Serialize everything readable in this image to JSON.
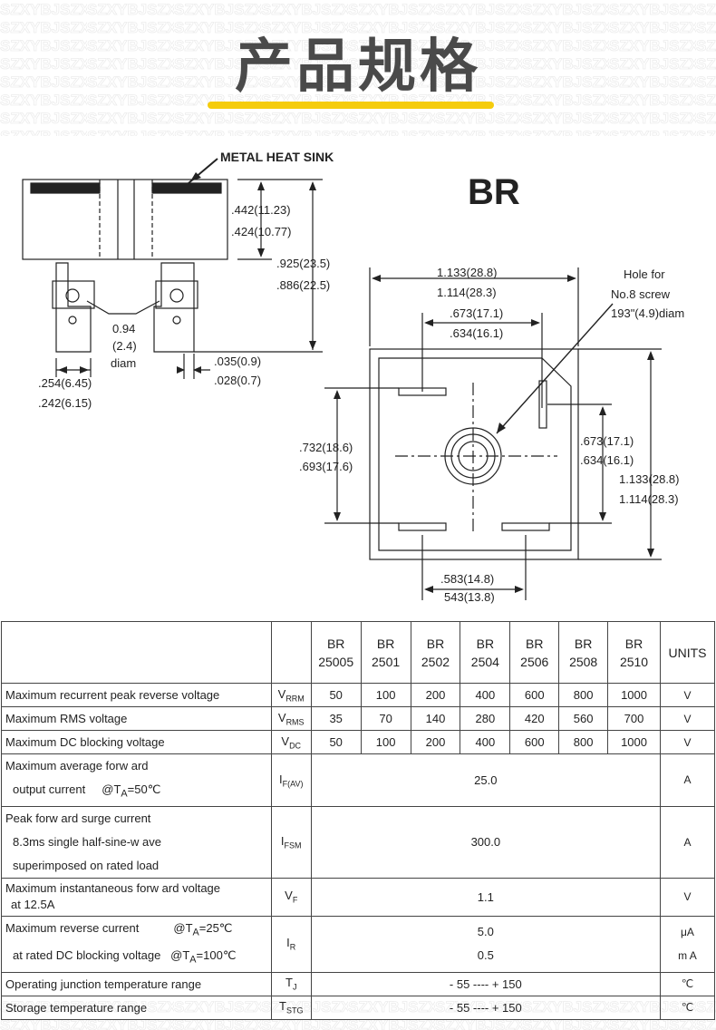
{
  "title": "产品规格",
  "watermark": "SZXYBJ",
  "colors": {
    "accent": "#f5cc0c",
    "title": "#4a4a4a",
    "line": "#222222"
  },
  "drawing": {
    "series_label": "BR",
    "side_view": {
      "heat_sink_label": "METAL HEAT SINK",
      "height_max": ".442(11.23)",
      "height_min": ".424(10.77)",
      "total_max": ".925(23.5)",
      "total_min": ".886(22.5)",
      "hole_value": "0.94",
      "hole_mm": "(2.4)",
      "hole_word": "diam",
      "lead_thk_max": ".035(0.9)",
      "lead_thk_min": ".028(0.7)",
      "lead_w_max": ".254(6.45)",
      "lead_w_min": ".242(6.15)"
    },
    "top_view": {
      "width_max": "1.133(28.8)",
      "width_min": "1.114(28.3)",
      "pin_top_max": ".673(17.1)",
      "pin_top_min": ".634(16.1)",
      "hole_note_1": "Hole for",
      "hole_note_2": "No.8 screw",
      "hole_note_3": "193\"(4.9)diam",
      "left_max": ".732(18.6)",
      "left_min": ".693(17.6)",
      "right_max": ".673(17.1)",
      "right_min": ".634(16.1)",
      "height_max": "1.133(28.8)",
      "height_min": "1.114(28.3)",
      "bottom_max": ".583(14.8)",
      "bottom_min": "543(13.8)"
    }
  },
  "table": {
    "models": [
      {
        "l1": "BR",
        "l2": "25005"
      },
      {
        "l1": "BR",
        "l2": "2501"
      },
      {
        "l1": "BR",
        "l2": "2502"
      },
      {
        "l1": "BR",
        "l2": "2504"
      },
      {
        "l1": "BR",
        "l2": "2506"
      },
      {
        "l1": "BR",
        "l2": "2508"
      },
      {
        "l1": "BR",
        "l2": "2510"
      }
    ],
    "units_header": "UNITS",
    "rows": {
      "vrrm": {
        "param": "Maximum recurrent peak reverse voltage",
        "sym": "V",
        "sub": "RRM",
        "values": [
          "50",
          "100",
          "200",
          "400",
          "600",
          "800",
          "1000"
        ],
        "unit": "V"
      },
      "vrms": {
        "param": "Maximum RMS voltage",
        "sym": "V",
        "sub": "RMS",
        "values": [
          "35",
          "70",
          "140",
          "280",
          "420",
          "560",
          "700"
        ],
        "unit": "V"
      },
      "vdc": {
        "param": "Maximum DC blocking voltage",
        "sym": "V",
        "sub": "DC",
        "values": [
          "50",
          "100",
          "200",
          "400",
          "600",
          "800",
          "1000"
        ],
        "unit": "V"
      },
      "ifav": {
        "param1": "Maximum average forw ard",
        "param2": "output current",
        "cond": "@T",
        "cond_sub": "A",
        "cond_tail": "=50℃",
        "sym": "I",
        "sub": "F(AV)",
        "value": "25.0",
        "unit": "A"
      },
      "ifsm": {
        "param1": "Peak forw ard surge current",
        "param2": "8.3ms single half-sine-w ave",
        "param3": "superimposed on rated load",
        "sym": "I",
        "sub": "FSM",
        "value": "300.0",
        "unit": "A"
      },
      "vf": {
        "param1": "Maximum instantaneous forw ard voltage",
        "param2": "at 12.5A",
        "sym": "V",
        "sub": "F",
        "value": "1.1",
        "unit": "V"
      },
      "ir": {
        "param1": "Maximum reverse current",
        "cond1": "@T",
        "cond1_sub": "A",
        "cond1_tail": "=25℃",
        "param2": "at rated DC blocking  voltage",
        "cond2": "@T",
        "cond2_sub": "A",
        "cond2_tail": "=100℃",
        "sym": "I",
        "sub": "R",
        "value1": "5.0",
        "value2": "0.5",
        "unit1": "μA",
        "unit2": "m A"
      },
      "tj": {
        "param": "Operating junction temperature range",
        "sym": "T",
        "sub": "J",
        "value": "- 55 ---- + 150",
        "unit": "℃"
      },
      "tstg": {
        "param": "Storage temperature range",
        "sym": "T",
        "sub": "STG",
        "value": "- 55 ---- + 150",
        "unit": "℃"
      }
    }
  }
}
